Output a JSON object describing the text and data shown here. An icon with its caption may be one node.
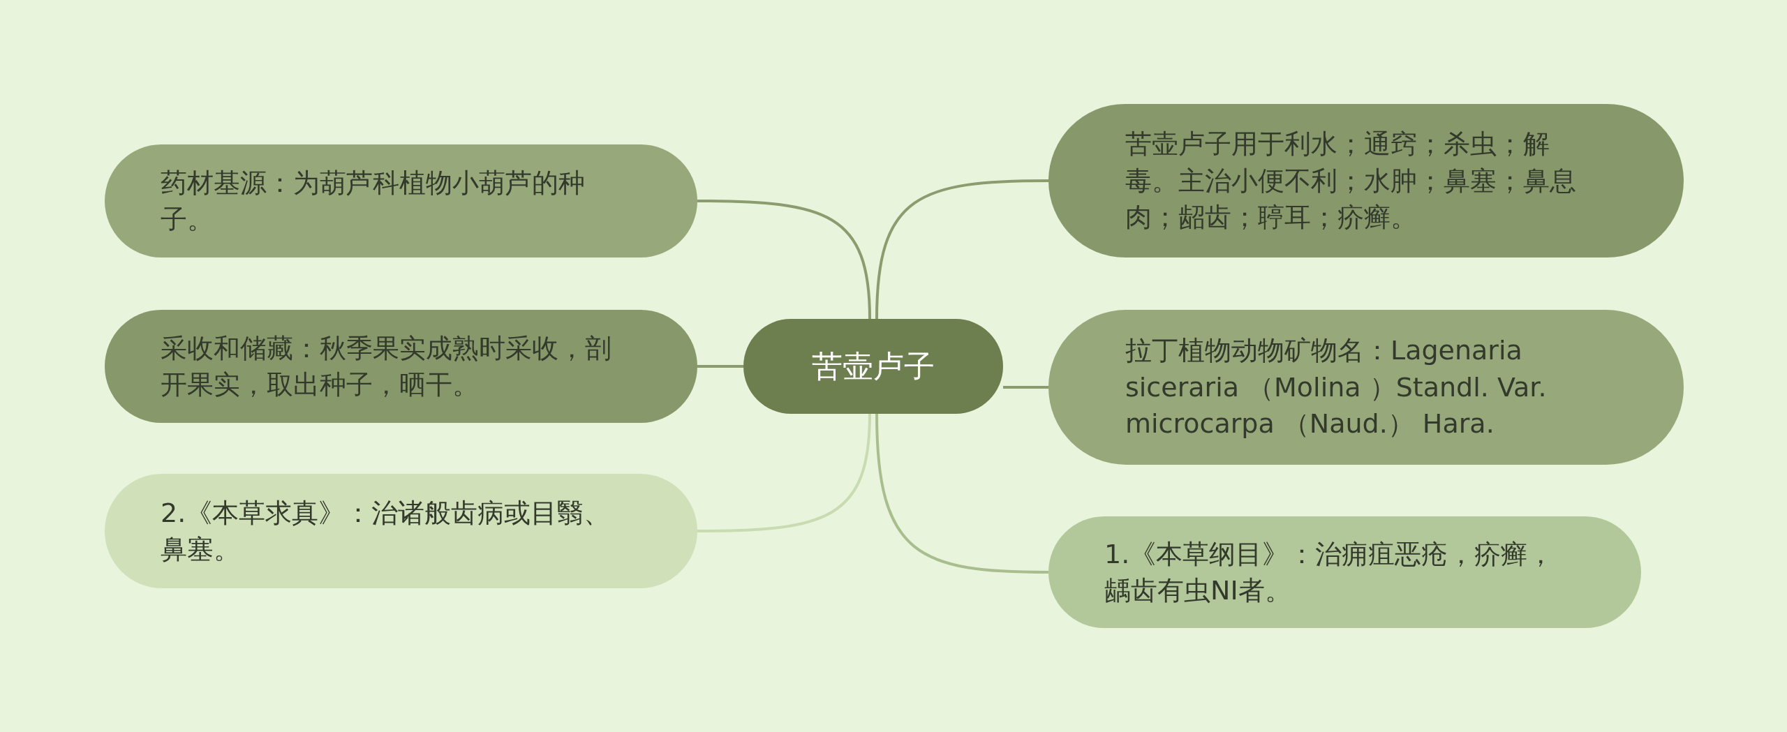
{
  "diagram": {
    "nodes": [
      {
        "text": [
          "苦壶卢子"
        ]
      },
      {
        "text": [
          "药材基源：为葫芦科植物小葫芦的种子。"
        ]
      },
      {
        "text": [
          "采收和储藏：秋季果实成熟时采收，剖开果实，取出种子，晒干。"
        ]
      },
      {
        "text": [
          "2.《本草求真》：治诸般齿病或目翳、鼻塞。"
        ]
      },
      {
        "text": [
          "苦壶卢子用于利水；通窍；杀虫；解毒。主治小便不利；水肿；鼻塞；鼻息肉；龆齿；聤耳；疥癣。"
        ]
      },
      {
        "text": [
          "拉丁植物动物矿物名：Lagenaria siceraria （Molina ）Standl. Var. microcarpa （Naud.） Hara."
        ]
      },
      {
        "text": [
          "1.《本草纲目》：治痈疽恶疮，疥癣，龋齿有虫NI者。"
        ]
      }
    ],
    "edges": [
      {
        "from": 0,
        "to": 1,
        "arrow": "none"
      },
      {
        "from": 0,
        "to": 2,
        "arrow": "none"
      },
      {
        "from": 0,
        "to": 3,
        "arrow": "none",
        "color": "#c9dbb1"
      },
      {
        "from": 0,
        "to": 4,
        "arrow": "none"
      },
      {
        "from": 0,
        "to": 5,
        "arrow": "none"
      },
      {
        "from": 0,
        "to": 6,
        "arrow": "none",
        "color": "#a9be8f"
      }
    ]
  }
}
